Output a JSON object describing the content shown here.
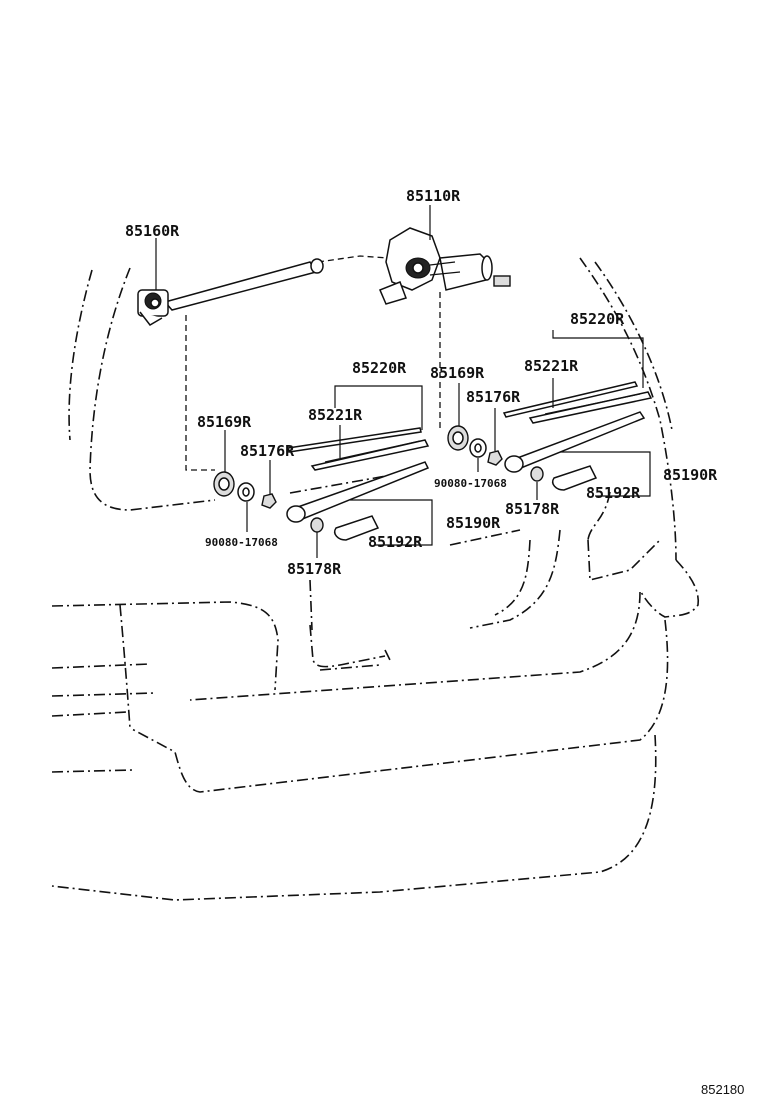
{
  "labels": {
    "motor": "85110R",
    "link": "85160R",
    "blade_assy_left": "85220R",
    "blade_refill_left": "85221R",
    "blade_assy_right": "85220R",
    "blade_refill_right": "85221R",
    "pivot_cap_left": "85169R",
    "pivot_cap_right": "85169R",
    "nut_left": "85176R",
    "nut_right": "85176R",
    "washer_left": "90080-17068",
    "washer_right": "90080-17068",
    "arm_left": "85190R",
    "arm_right": "85190R",
    "head_cover_left": "85192R",
    "head_cover_right": "85192R",
    "nut_cap_left": "85178R",
    "nut_cap_right": "85178R"
  },
  "diagram_code": "852180"
}
